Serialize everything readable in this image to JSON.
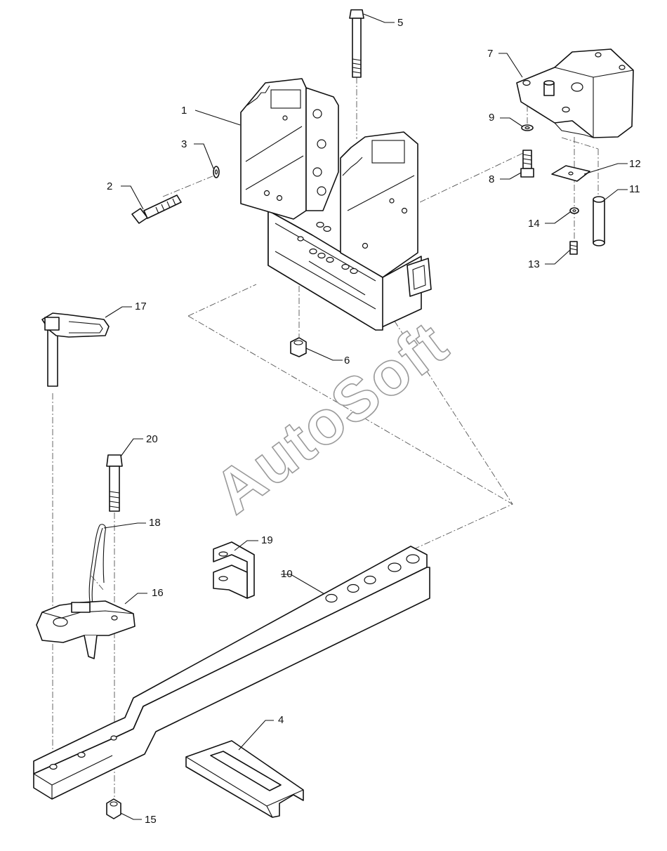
{
  "diagram": {
    "watermark": "AutoSoft",
    "callouts": [
      {
        "id": "c1",
        "label": "1"
      },
      {
        "id": "c2",
        "label": "2"
      },
      {
        "id": "c3",
        "label": "3"
      },
      {
        "id": "c4",
        "label": "4"
      },
      {
        "id": "c5",
        "label": "5"
      },
      {
        "id": "c6",
        "label": "6"
      },
      {
        "id": "c7",
        "label": "7"
      },
      {
        "id": "c8",
        "label": "8"
      },
      {
        "id": "c9",
        "label": "9"
      },
      {
        "id": "c10",
        "label": "10"
      },
      {
        "id": "c11",
        "label": "11"
      },
      {
        "id": "c12",
        "label": "12"
      },
      {
        "id": "c13",
        "label": "13"
      },
      {
        "id": "c14",
        "label": "14"
      },
      {
        "id": "c15",
        "label": "15"
      },
      {
        "id": "c16",
        "label": "16"
      },
      {
        "id": "c17",
        "label": "17"
      },
      {
        "id": "c18",
        "label": "18"
      },
      {
        "id": "c19",
        "label": "19"
      },
      {
        "id": "c20",
        "label": "20"
      }
    ]
  }
}
